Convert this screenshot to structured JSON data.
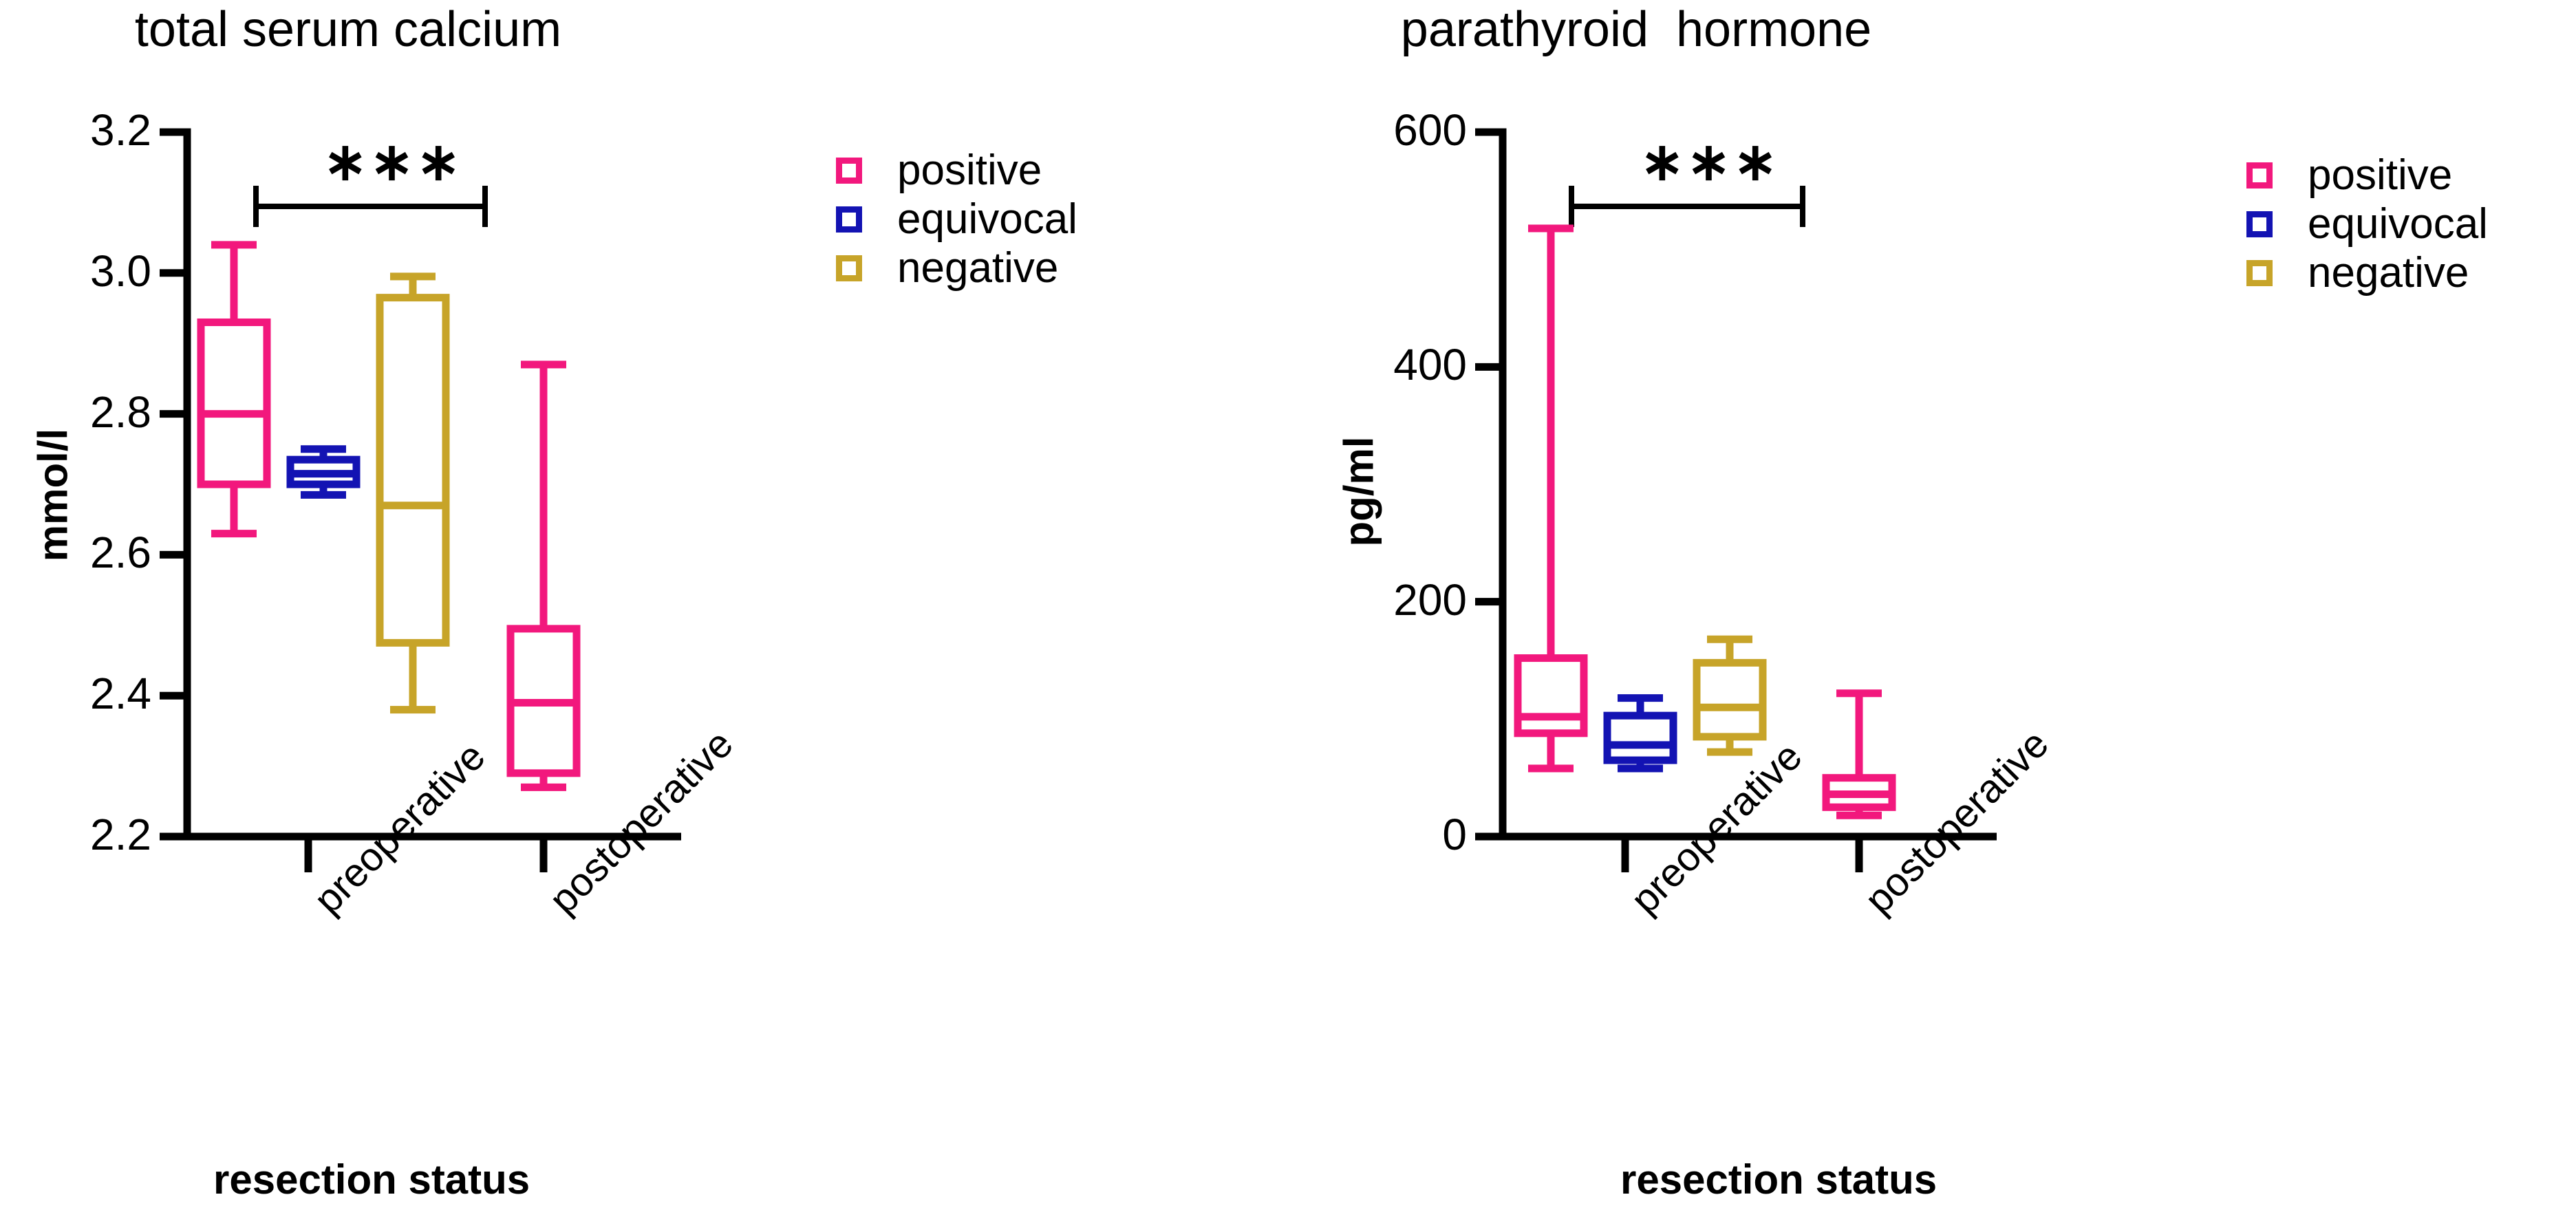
{
  "figure": {
    "background": "#ffffff",
    "panels": [
      "total serum calcium",
      "parathyroid  hormone"
    ]
  },
  "colors": {
    "positive": "#F2187D",
    "equivocal": "#1313B3",
    "negative": "#C7A429",
    "axis": "#000000",
    "text": "#000000"
  },
  "legend": {
    "items": [
      {
        "label": "positive",
        "color": "#F2187D"
      },
      {
        "label": "equivocal",
        "color": "#1313B3"
      },
      {
        "label": "negative",
        "color": "#C7A429"
      }
    ]
  },
  "left": {
    "title": "total serum calcium",
    "ylabel": "mmol/l",
    "xlabel": "resection status",
    "yticks": [
      "2.2",
      "2.4",
      "2.6",
      "2.8",
      "3.0",
      "3.2"
    ],
    "xticks": [
      "preoperative",
      "postoperative"
    ],
    "significance": "∗∗∗"
  },
  "right": {
    "title": "parathyroid  hormone",
    "ylabel": "pg/ml",
    "xlabel": "resection status",
    "yticks": [
      "0",
      "200",
      "400",
      "600"
    ],
    "xticks": [
      "preoperative",
      "postoperative"
    ],
    "significance": "∗∗∗"
  },
  "chart_data": [
    {
      "type": "box",
      "title": "total serum calcium",
      "xlabel": "resection status",
      "ylabel": "mmol/l",
      "ylim": [
        2.2,
        3.2
      ],
      "yticks": [
        2.2,
        2.4,
        2.6,
        2.8,
        3.0,
        3.2
      ],
      "categories": [
        "preoperative",
        "postoperative"
      ],
      "grid": false,
      "legend_position": "right",
      "annotations": [
        {
          "text": "***",
          "between": [
            "preoperative",
            "postoperative"
          ],
          "y": 3.11,
          "meaning": "p < 0.001"
        }
      ],
      "series": [
        {
          "name": "positive",
          "color": "#F2187D",
          "boxes": [
            {
              "category": "preoperative",
              "whisker_low": 2.63,
              "q1": 2.7,
              "median": 2.8,
              "q3": 2.93,
              "whisker_high": 3.04
            },
            {
              "category": "postoperative",
              "whisker_low": 2.27,
              "q1": 2.29,
              "median": 2.39,
              "q3": 2.495,
              "whisker_high": 2.87
            }
          ]
        },
        {
          "name": "equivocal",
          "color": "#1313B3",
          "boxes": [
            {
              "category": "preoperative",
              "whisker_low": 2.685,
              "q1": 2.7,
              "median": 2.715,
              "q3": 2.735,
              "whisker_high": 2.75
            }
          ]
        },
        {
          "name": "negative",
          "color": "#C7A429",
          "boxes": [
            {
              "category": "preoperative",
              "whisker_low": 2.38,
              "q1": 2.475,
              "median": 2.67,
              "q3": 2.965,
              "whisker_high": 2.995
            }
          ]
        }
      ]
    },
    {
      "type": "box",
      "title": "parathyroid  hormone",
      "xlabel": "resection status",
      "ylabel": "pg/ml",
      "ylim": [
        0,
        600
      ],
      "yticks": [
        0,
        200,
        400,
        600
      ],
      "categories": [
        "preoperative",
        "postoperative"
      ],
      "grid": false,
      "legend_position": "right",
      "annotations": [
        {
          "text": "***",
          "between": [
            "preoperative",
            "postoperative"
          ],
          "y": 555,
          "meaning": "p < 0.001"
        }
      ],
      "series": [
        {
          "name": "positive",
          "color": "#F2187D",
          "boxes": [
            {
              "category": "preoperative",
              "whisker_low": 58,
              "q1": 88,
              "median": 102,
              "q3": 152,
              "whisker_high": 518
            },
            {
              "category": "postoperative",
              "whisker_low": 18,
              "q1": 25,
              "median": 36,
              "q3": 50,
              "whisker_high": 122
            }
          ]
        },
        {
          "name": "equivocal",
          "color": "#1313B3",
          "boxes": [
            {
              "category": "preoperative",
              "whisker_low": 58,
              "q1": 65,
              "median": 78,
              "q3": 103,
              "whisker_high": 118
            }
          ]
        },
        {
          "name": "negative",
          "color": "#C7A429",
          "boxes": [
            {
              "category": "preoperative",
              "whisker_low": 72,
              "q1": 85,
              "median": 110,
              "q3": 148,
              "whisker_high": 168
            }
          ]
        }
      ]
    }
  ]
}
